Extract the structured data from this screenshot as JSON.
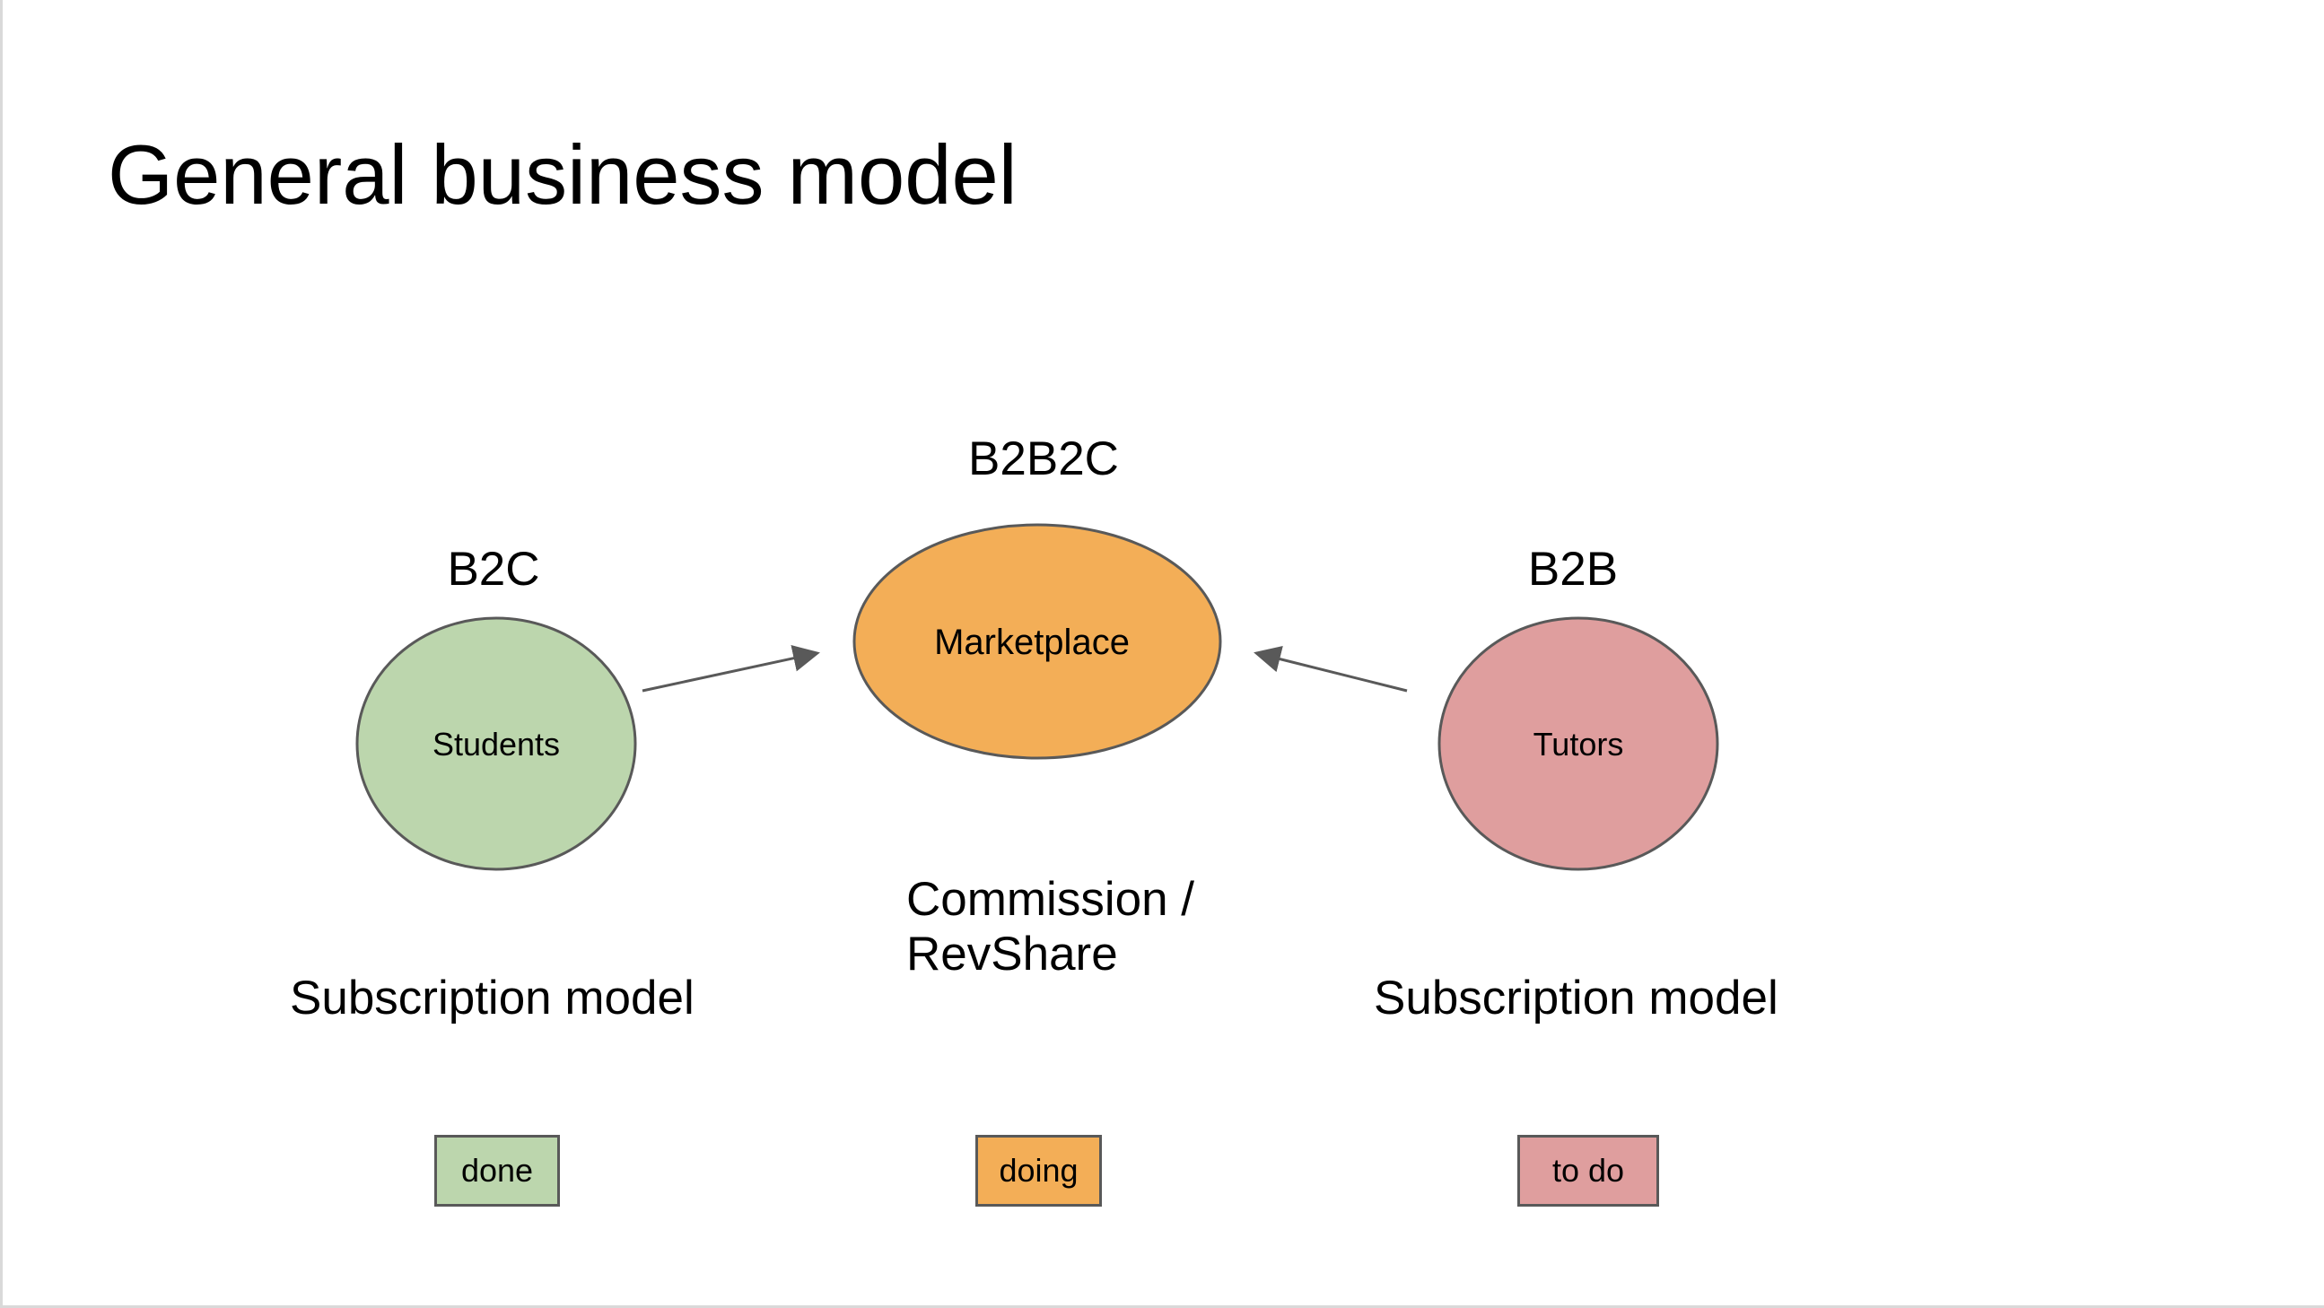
{
  "slide": {
    "title": "General business model"
  },
  "segments": {
    "b2c": {
      "label": "B2C",
      "node": "Students",
      "model": "Subscription model",
      "fill": "#bcd6ad"
    },
    "b2b2c": {
      "label": "B2B2C",
      "node": "Marketplace",
      "model_line1": "Commission /",
      "model_line2": "RevShare",
      "fill": "#f3ae57"
    },
    "b2b": {
      "label": "B2B",
      "node": "Tutors",
      "model": "Subscription model",
      "fill": "#df9e9e"
    }
  },
  "legend": [
    {
      "label": "done",
      "color": "#bcd6ad"
    },
    {
      "label": "doing",
      "color": "#f3ae57"
    },
    {
      "label": "to do",
      "color": "#df9e9e"
    }
  ],
  "colors": {
    "outline": "#595959",
    "arrow": "#595959"
  }
}
